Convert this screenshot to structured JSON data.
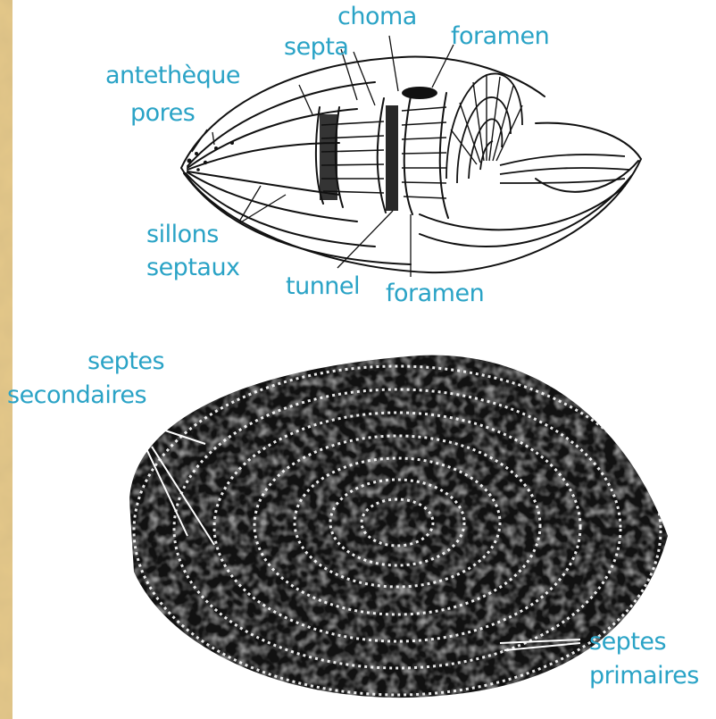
{
  "colors": {
    "frame": "#e6c98a",
    "panel": "#ffffff",
    "label": "#2aa3c6",
    "ink": "#111111"
  },
  "figure_top": {
    "labels": {
      "choma": "choma",
      "septa": "septa",
      "foramen_top": "foramen",
      "antetheque": "antethèque",
      "pores": "pores",
      "sillons": "sillons",
      "septaux": "septaux",
      "tunnel": "tunnel",
      "foramen_bottom": "foramen"
    }
  },
  "figure_bottom": {
    "labels": {
      "septes_sec_1": "septes",
      "septes_sec_2": "secondaires",
      "septes_prim_1": "septes",
      "septes_prim_2": "primaires"
    }
  }
}
